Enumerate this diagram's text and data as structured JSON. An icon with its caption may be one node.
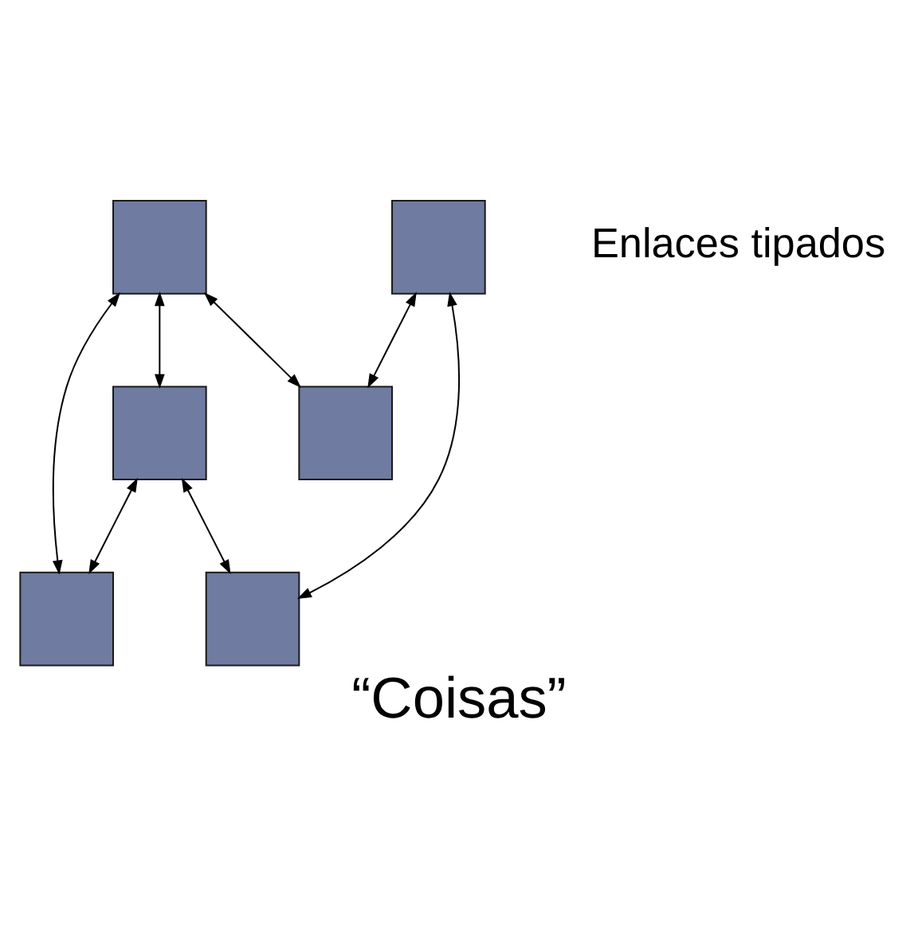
{
  "diagram": {
    "caption": "“Coisas”",
    "nodes": [
      {
        "text": [],
        "shape": "box"
      },
      {
        "text": [],
        "shape": "box"
      },
      {
        "text": [],
        "shape": "box"
      },
      {
        "text": [],
        "shape": "box"
      },
      {
        "text": [],
        "shape": "box"
      },
      {
        "text": [],
        "shape": "box"
      }
    ],
    "edges": [
      {
        "from": 0,
        "to": 1,
        "arrow": "both"
      },
      {
        "from": 0,
        "to": 3,
        "arrow": "both"
      },
      {
        "from": 0,
        "to": 4,
        "arrow": "both"
      },
      {
        "from": 1,
        "to": 3,
        "arrow": "both"
      },
      {
        "from": 1,
        "to": 5,
        "arrow": "both"
      },
      {
        "from": 2,
        "to": 4,
        "arrow": "both"
      },
      {
        "from": 2,
        "to": 5,
        "arrow": "both"
      }
    ],
    "labels": [
      "Enlaces tipados"
    ]
  }
}
